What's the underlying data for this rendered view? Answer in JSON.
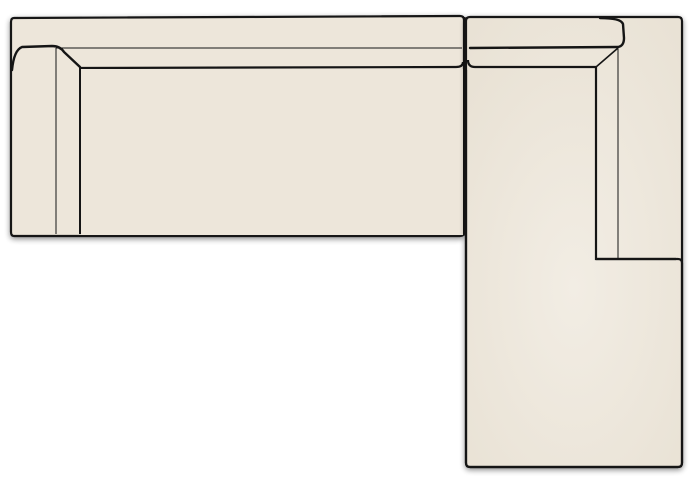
{
  "diagram": {
    "subject": "sectional-sofa-top-view",
    "colors": {
      "fabric": "#ede6da",
      "fabric_light": "#f1ece2",
      "outline": "#151515",
      "shadow": "#8a8a8a",
      "background": "#ffffff"
    },
    "modules": [
      {
        "id": "left-arm-section",
        "part": "armrest"
      },
      {
        "id": "left-seat-section",
        "part": "seat-with-backrest"
      },
      {
        "id": "corner-section",
        "part": "corner-backrest"
      },
      {
        "id": "chaise-section",
        "part": "chaise-with-armrest"
      }
    ]
  }
}
